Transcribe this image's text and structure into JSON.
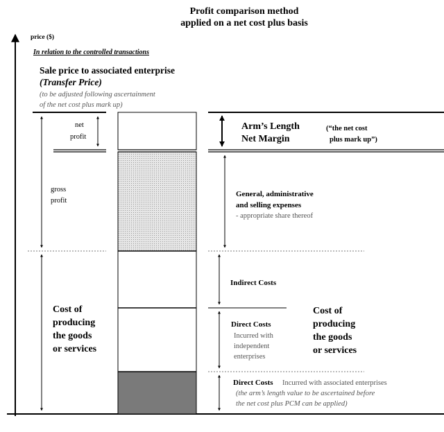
{
  "title": {
    "line1": "Profit comparison method",
    "line2": "applied on a net cost plus basis"
  },
  "axis": {
    "label": "price ($)"
  },
  "context_note": "In relation to the controlled transactions",
  "sale_price": {
    "line1": "Sale price to associated enterprise",
    "line2": "(Transfer Price)",
    "note1": "(to be adjusted following ascertainment",
    "note2": "of the net cost plus mark up)"
  },
  "left": {
    "net_profit_1": "net",
    "net_profit_2": "profit",
    "gross_profit_1": "gross",
    "gross_profit_2": "profit",
    "cost_1": "Cost of",
    "cost_2": "producing",
    "cost_3": "the goods",
    "cost_4": "or services"
  },
  "right": {
    "alnm_1": "Arm’s Length",
    "alnm_2": "Net Margin",
    "alnm_note_1": "(“the net cost",
    "alnm_note_2": "plus mark up”)",
    "ga_1": "General, administrative",
    "ga_2": "and selling expenses",
    "ga_3": "- appropriate share thereof",
    "indirect": "Indirect Costs",
    "direct_ind_1": "Direct Costs",
    "direct_ind_2": "Incurred with",
    "direct_ind_3": "independent",
    "direct_ind_4": "enterprises",
    "cost_1": "Cost of",
    "cost_2": "producing",
    "cost_3": "the goods",
    "cost_4": "or services",
    "direct_assoc_1": "Direct Costs",
    "direct_assoc_2": "Incurred with associated enterprises",
    "direct_assoc_3": "(the arm’s length value to be ascertained before",
    "direct_assoc_4": "the net cost plus PCM can be applied)"
  },
  "colors": {
    "line": "#000000",
    "dotted_fill": "#d9d9d9",
    "dark_fill": "#7a7a7a",
    "dashed": "#777777"
  }
}
